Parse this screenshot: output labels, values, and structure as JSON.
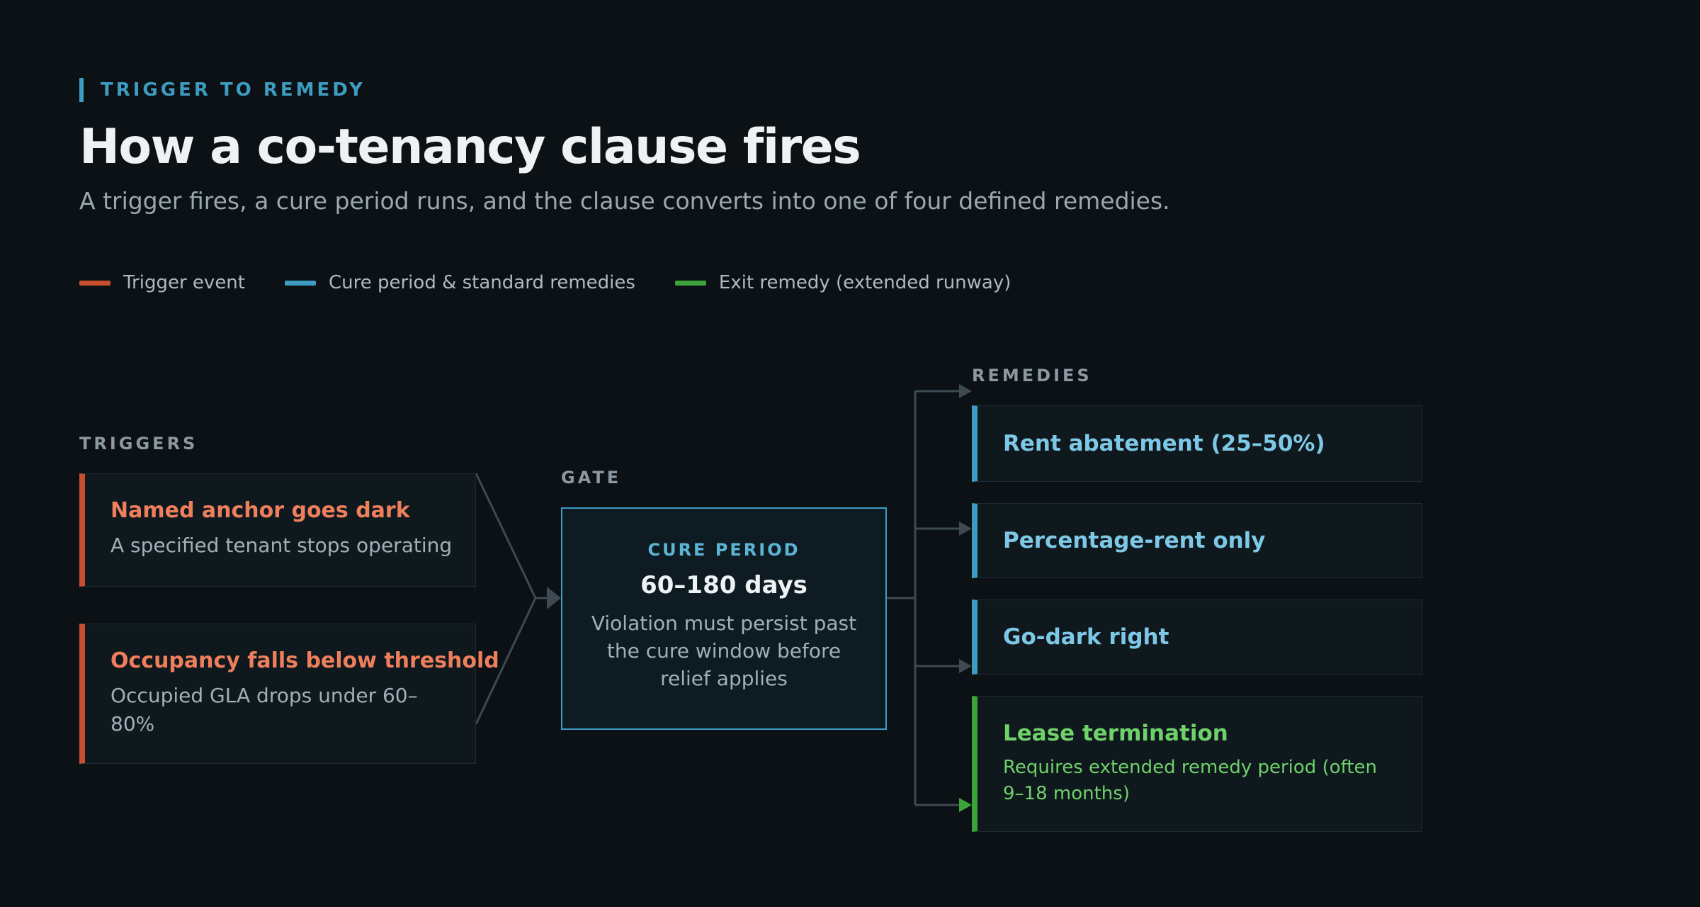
{
  "header": {
    "eyebrow": "TRIGGER TO REMEDY",
    "title": "How a co-tenancy clause fires",
    "subtitle": "A trigger fires, a cure period runs, and the clause converts into one of four defined remedies."
  },
  "legend": [
    {
      "label": "Trigger event",
      "color": "#c8502e"
    },
    {
      "label": "Cure period & standard remedies",
      "color": "#3d9cc2"
    },
    {
      "label": "Exit remedy (extended runway)",
      "color": "#3ca33a"
    }
  ],
  "triggers": {
    "label": "TRIGGERS",
    "items": [
      {
        "title": "Named anchor goes dark",
        "desc": "A specified tenant stops operating"
      },
      {
        "title": "Occupancy falls below threshold",
        "desc": "Occupied GLA drops under 60–80%"
      }
    ]
  },
  "gate": {
    "label": "GATE",
    "kicker": "CURE PERIOD",
    "value": "60–180 days",
    "desc": "Violation must persist past the cure window before relief applies"
  },
  "remedies": {
    "label": "REMEDIES",
    "items": [
      {
        "title": "Rent abatement (25–50%)"
      },
      {
        "title": "Percentage-rent only"
      },
      {
        "title": "Go-dark right"
      },
      {
        "title": "Lease termination",
        "desc": "Requires extended remedy period (often 9–18 months)"
      }
    ]
  },
  "colors": {
    "trigger": "#c8502e",
    "standard": "#3d9cc2",
    "exit": "#3ca33a",
    "connector": "#3e4a52"
  }
}
